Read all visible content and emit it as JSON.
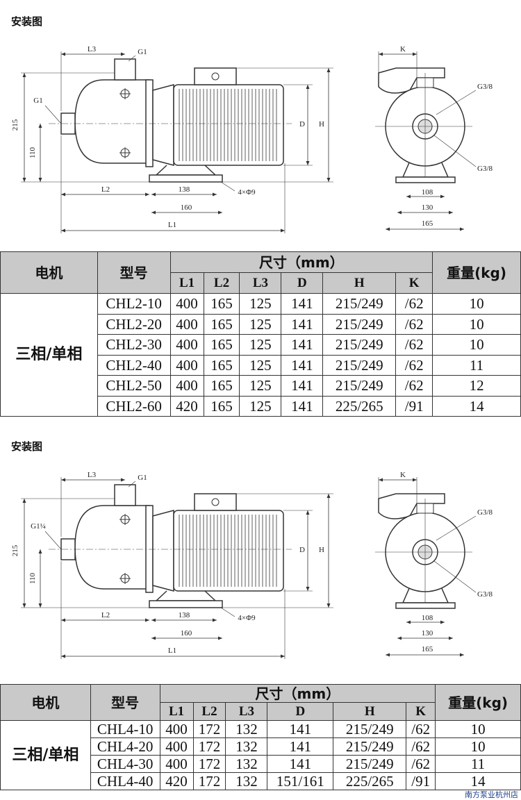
{
  "sections": [
    {
      "title": "安装图",
      "drawing": {
        "L3": "L3",
        "G1_top": "G1",
        "G1_left": "G1",
        "dim215": "215",
        "dim110": "110",
        "L2": "L2",
        "dim138": "138",
        "holes": "4×Φ9",
        "dim160": "160",
        "L1": "L1",
        "D": "D",
        "H": "H",
        "K": "K",
        "G38_top": "G3/8",
        "G38_bottom": "G3/8",
        "dim108": "108",
        "dim130": "130",
        "dim165": "165"
      },
      "table": {
        "motor_header": "电机",
        "model_header": "型号",
        "size_header": "尺寸（mm）",
        "weight_header": "重量(kg)",
        "columns": [
          "L1",
          "L2",
          "L3",
          "D",
          "H",
          "K"
        ],
        "motor": "三相/单相",
        "rows": [
          {
            "model": "CHL2-10",
            "vals": [
              "400",
              "165",
              "125",
              "141",
              "215/249",
              "/62"
            ],
            "weight": "10"
          },
          {
            "model": "CHL2-20",
            "vals": [
              "400",
              "165",
              "125",
              "141",
              "215/249",
              "/62"
            ],
            "weight": "10"
          },
          {
            "model": "CHL2-30",
            "vals": [
              "400",
              "165",
              "125",
              "141",
              "215/249",
              "/62"
            ],
            "weight": "10"
          },
          {
            "model": "CHL2-40",
            "vals": [
              "400",
              "165",
              "125",
              "141",
              "215/249",
              "/62"
            ],
            "weight": "11"
          },
          {
            "model": "CHL2-50",
            "vals": [
              "400",
              "165",
              "125",
              "141",
              "215/249",
              "/62"
            ],
            "weight": "12"
          },
          {
            "model": "CHL2-60",
            "vals": [
              "420",
              "165",
              "125",
              "141",
              "225/265",
              "/91"
            ],
            "weight": "14"
          }
        ]
      }
    },
    {
      "title": "安装图",
      "drawing": {
        "L3": "L3",
        "G1_top": "G1",
        "G1_left": "G1¼",
        "dim215": "215",
        "dim110": "110",
        "L2": "L2",
        "dim138": "138",
        "holes": "4×Φ9",
        "dim160": "160",
        "L1": "L1",
        "D": "D",
        "H": "H",
        "K": "K",
        "G38_top": "G3/8",
        "G38_bottom": "G3/8",
        "dim108": "108",
        "dim130": "130",
        "dim165": "165"
      },
      "table": {
        "motor_header": "电机",
        "model_header": "型号",
        "size_header": "尺寸（mm）",
        "weight_header": "重量(kg)",
        "columns": [
          "L1",
          "L2",
          "L3",
          "D",
          "H",
          "K"
        ],
        "motor": "三相/单相",
        "rows": [
          {
            "model": "CHL4-10",
            "vals": [
              "400",
              "172",
              "132",
              "141",
              "215/249",
              "/62"
            ],
            "weight": "10"
          },
          {
            "model": "CHL4-20",
            "vals": [
              "400",
              "172",
              "132",
              "141",
              "215/249",
              "/62"
            ],
            "weight": "10"
          },
          {
            "model": "CHL4-30",
            "vals": [
              "400",
              "172",
              "132",
              "141",
              "215/249",
              "/62"
            ],
            "weight": "11"
          },
          {
            "model": "CHL4-40",
            "vals": [
              "420",
              "172",
              "132",
              "151/161",
              "225/265",
              "/91"
            ],
            "weight": "14"
          }
        ]
      }
    }
  ],
  "watermark": "南方泵业杭州店"
}
